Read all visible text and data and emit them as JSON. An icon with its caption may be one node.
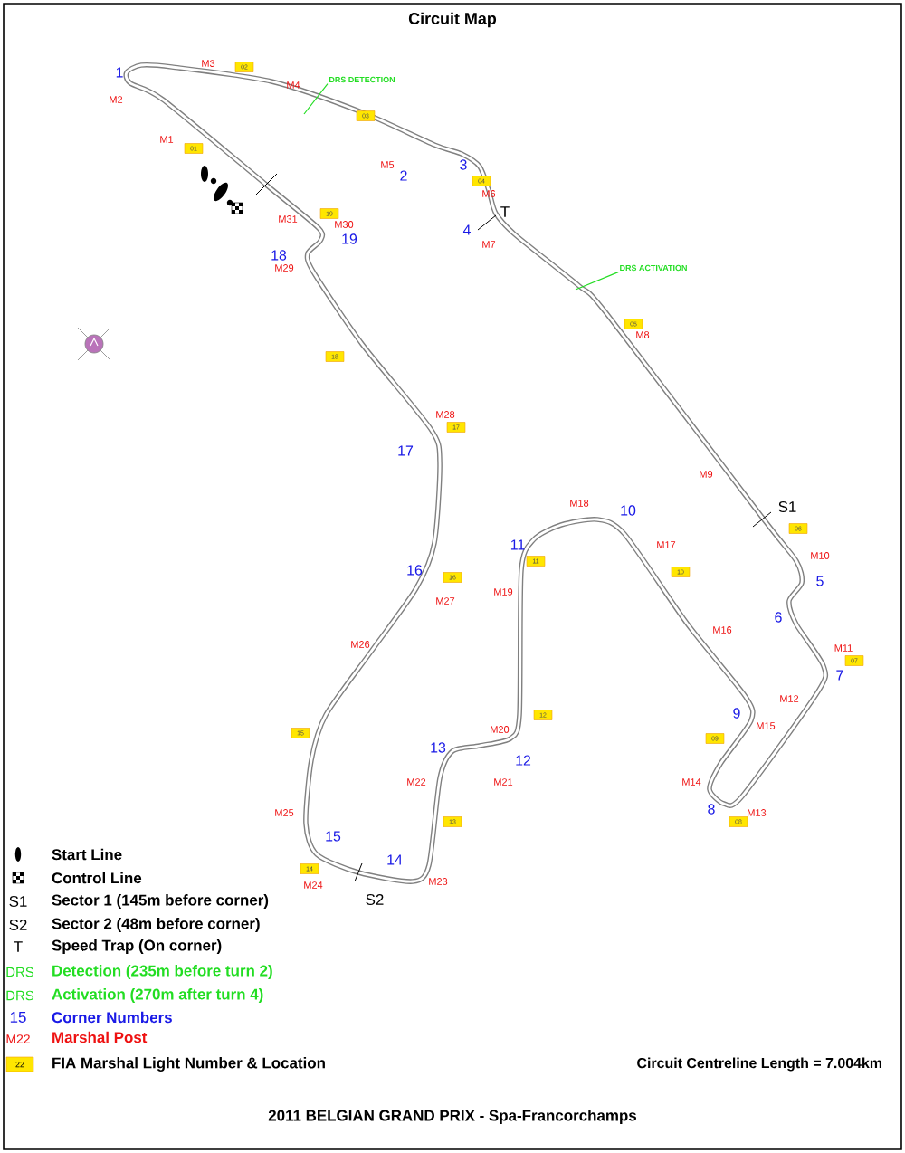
{
  "diagram": {
    "title": "Circuit Map",
    "caption": "2011 BELGIAN GRAND PRIX - Spa-Francorchamps",
    "nodes": [
      {
        "text": [
          "DRS DETECTION"
        ]
      },
      {
        "text": [
          "DRS ACTIVATION"
        ]
      }
    ],
    "edges": [
      {
        "from": 0,
        "to": null,
        "arrow": "none"
      },
      {
        "from": 1,
        "to": null,
        "arrow": "none"
      }
    ],
    "labels": [
      "1",
      "2",
      "3",
      "4",
      "5",
      "6",
      "7",
      "8",
      "9",
      "10",
      "11",
      "12",
      "13",
      "14",
      "15",
      "16",
      "17",
      "18",
      "19",
      "M1",
      "M2",
      "M3",
      "M4",
      "M5",
      "M6",
      "M7",
      "M8",
      "M9",
      "M10",
      "M11",
      "M12",
      "M13",
      "M14",
      "M15",
      "M16",
      "M17",
      "M18",
      "M19",
      "M20",
      "M21",
      "M22",
      "M23",
      "M24",
      "M25",
      "M26",
      "M27",
      "M28",
      "M29",
      "M30",
      "M31",
      "01",
      "02",
      "03",
      "04",
      "05",
      "06",
      "07",
      "08",
      "09",
      "10",
      "11",
      "12",
      "13",
      "14",
      "15",
      "16",
      "17",
      "18",
      "19",
      "S1",
      "S2",
      "T",
      "S1",
      "S2",
      "T",
      "DRS",
      "DRS",
      "15",
      "M22",
      "22",
      "Circuit Centreline Length = 7.004km"
    ],
    "legend": [
      {
        "text": "Start Line"
      },
      {
        "text": "Control Line"
      },
      {
        "text": "Sector 1 (145m before corner)"
      },
      {
        "text": "Sector 2 (48m before corner)"
      },
      {
        "text": "Speed Trap (On corner)"
      },
      {
        "text": "Detection (235m before turn 2)"
      },
      {
        "text": "Activation (270m after turn 4)"
      },
      {
        "text": "Corner Numbers"
      },
      {
        "text": "Marshal Post"
      },
      {
        "text": "FIA Marshal Light Number & Location",
        "color": "#ffe600"
      }
    ]
  }
}
